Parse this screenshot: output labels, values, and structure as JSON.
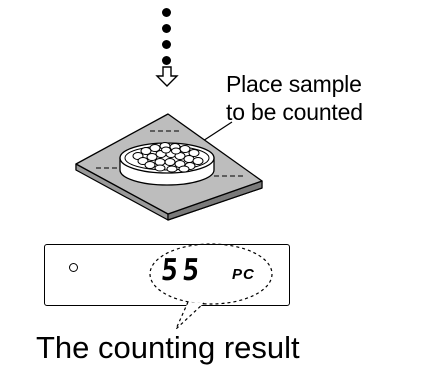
{
  "caption": {
    "line1": "Place sample",
    "line2": "to be counted"
  },
  "display": {
    "value": "55",
    "unit": "PC"
  },
  "result_label": "The counting result",
  "icons": {
    "step_dots": "vertical-ellipsis-icon",
    "arrow": "down-arrow-icon",
    "stable_mark": "stable-mark-icon"
  }
}
